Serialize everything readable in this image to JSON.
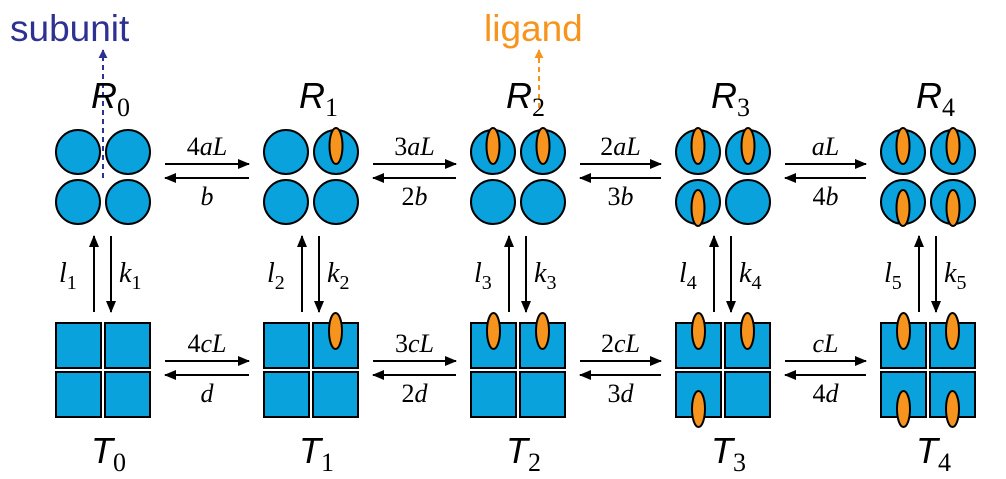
{
  "annotations": {
    "subunit": "subunit",
    "ligand": "ligand"
  },
  "colors": {
    "subunit_fill": "#0AA2DC",
    "ligand_fill": "#F7941D",
    "subunit_annotation": "#2E3192",
    "ligand_annotation": "#F7941D",
    "stroke": "#000000"
  },
  "r_states": [
    {
      "letter": "R",
      "sub": "0",
      "bound": 0
    },
    {
      "letter": "R",
      "sub": "1",
      "bound": 1
    },
    {
      "letter": "R",
      "sub": "2",
      "bound": 2
    },
    {
      "letter": "R",
      "sub": "3",
      "bound": 3
    },
    {
      "letter": "R",
      "sub": "4",
      "bound": 4
    }
  ],
  "t_states": [
    {
      "letter": "T",
      "sub": "0",
      "bound": 0
    },
    {
      "letter": "T",
      "sub": "1",
      "bound": 1
    },
    {
      "letter": "T",
      "sub": "2",
      "bound": 2
    },
    {
      "letter": "T",
      "sub": "3",
      "bound": 3
    },
    {
      "letter": "T",
      "sub": "4",
      "bound": 4
    }
  ],
  "r_transitions": [
    {
      "forward": "4aL",
      "backward": "b"
    },
    {
      "forward": "3aL",
      "backward": "2b"
    },
    {
      "forward": "2aL",
      "backward": "3b"
    },
    {
      "forward": "aL",
      "backward": "4b"
    }
  ],
  "t_transitions": [
    {
      "forward": "4cL",
      "backward": "d"
    },
    {
      "forward": "3cL",
      "backward": "2d"
    },
    {
      "forward": "2cL",
      "backward": "3d"
    },
    {
      "forward": "cL",
      "backward": "4d"
    }
  ],
  "vertical_transitions": [
    {
      "up": {
        "letter": "l",
        "sub": "1"
      },
      "down": {
        "letter": "k",
        "sub": "1"
      }
    },
    {
      "up": {
        "letter": "l",
        "sub": "2"
      },
      "down": {
        "letter": "k",
        "sub": "2"
      }
    },
    {
      "up": {
        "letter": "l",
        "sub": "3"
      },
      "down": {
        "letter": "k",
        "sub": "3"
      }
    },
    {
      "up": {
        "letter": "l",
        "sub": "4"
      },
      "down": {
        "letter": "k",
        "sub": "4"
      }
    },
    {
      "up": {
        "letter": "l",
        "sub": "5"
      },
      "down": {
        "letter": "k",
        "sub": "5"
      }
    }
  ]
}
